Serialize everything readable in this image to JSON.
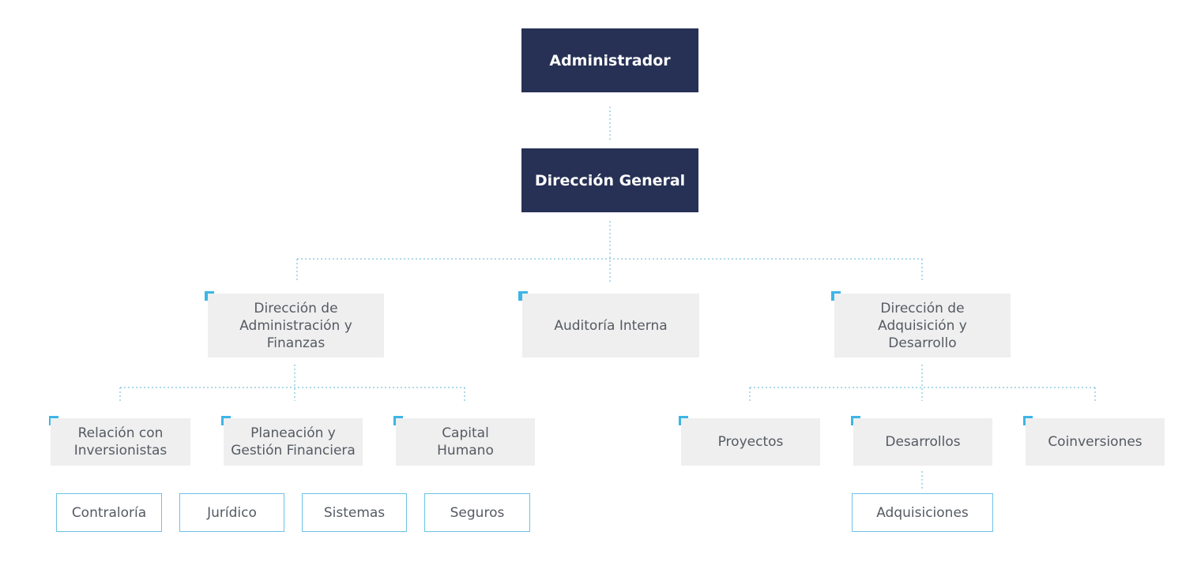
{
  "colors": {
    "dark_box": "#273155",
    "grey_box": "#efefef",
    "accent_square": "#3db5e6",
    "outline_border": "#6cc2e6",
    "connector": "#5fb4d6",
    "text_dark": "#555a62"
  },
  "levels": {
    "top": {
      "label": "Administrador"
    },
    "general": {
      "label": "Dirección General"
    },
    "directions": [
      {
        "label": "Dirección de\nAdministración y\nFinanzas"
      },
      {
        "label": "Auditoría Interna"
      },
      {
        "label": "Dirección de\nAdquisición y\nDesarrollo"
      }
    ],
    "finance_units": [
      {
        "label": "Relación con\nInversionistas"
      },
      {
        "label": "Planeación y\nGestión Financiera"
      },
      {
        "label": "Capital\nHumano"
      }
    ],
    "development_units": [
      {
        "label": "Proyectos"
      },
      {
        "label": "Desarrollos"
      },
      {
        "label": "Coinversiones"
      }
    ],
    "finance_sub_areas": [
      {
        "label": "Contraloría"
      },
      {
        "label": "Jurídico"
      },
      {
        "label": "Sistemas"
      },
      {
        "label": "Seguros"
      }
    ],
    "development_sub_areas": [
      {
        "label": "Adquisiciones"
      }
    ]
  }
}
